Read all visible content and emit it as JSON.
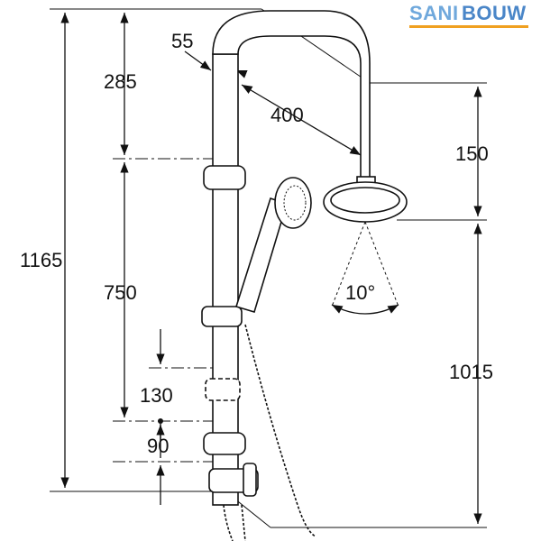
{
  "logo": {
    "text_part1": "SANI",
    "text_part2": "BOUW",
    "color_part1": "#6fa8dc",
    "color_part2": "#4a86c8",
    "accent_color": "#f0a020"
  },
  "dimensions": {
    "total_height": "1165",
    "top_segment": "285",
    "rail_width": "55",
    "arm_length": "400",
    "head_drop": "150",
    "bracket_spacing": "750",
    "slider_range": "130",
    "bottom_offset": "90",
    "head_height": "1015",
    "spray_angle": "10°"
  },
  "colors": {
    "line": "#111111",
    "background": "#ffffff"
  }
}
